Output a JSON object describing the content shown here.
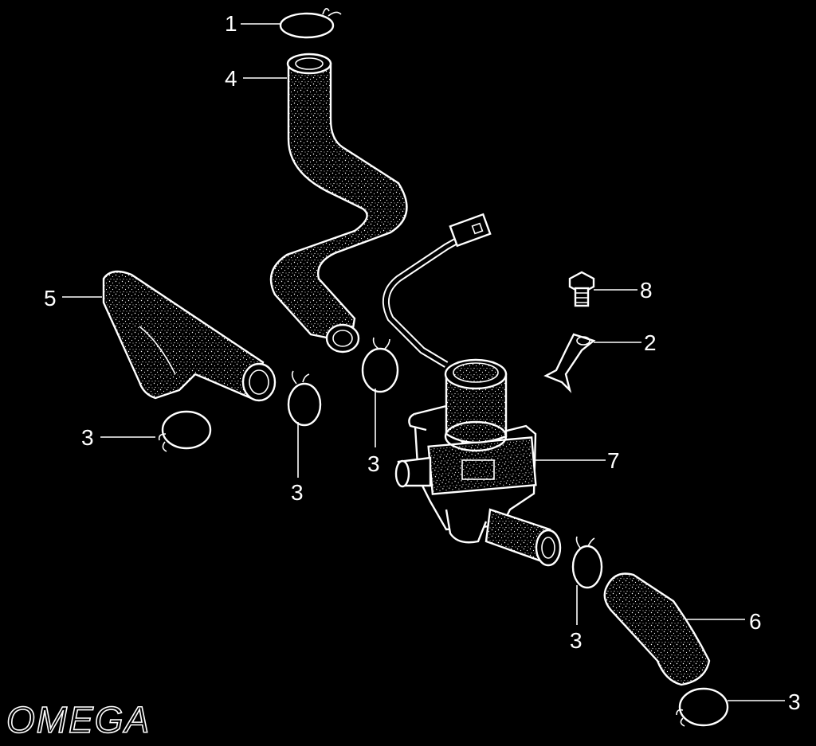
{
  "brand": {
    "logo": "OMEGA"
  },
  "callouts": [
    {
      "id": "c1",
      "label": "1"
    },
    {
      "id": "c4",
      "label": "4"
    },
    {
      "id": "c5",
      "label": "5"
    },
    {
      "id": "c8",
      "label": "8"
    },
    {
      "id": "c2",
      "label": "2"
    },
    {
      "id": "c3a",
      "label": "3"
    },
    {
      "id": "c3b",
      "label": "3"
    },
    {
      "id": "c3c",
      "label": "3"
    },
    {
      "id": "c7",
      "label": "7"
    },
    {
      "id": "c3d",
      "label": "3"
    },
    {
      "id": "c6",
      "label": "6"
    },
    {
      "id": "c3e",
      "label": "3"
    }
  ],
  "colors": {
    "background": "#000000",
    "line": "#ffffff"
  }
}
